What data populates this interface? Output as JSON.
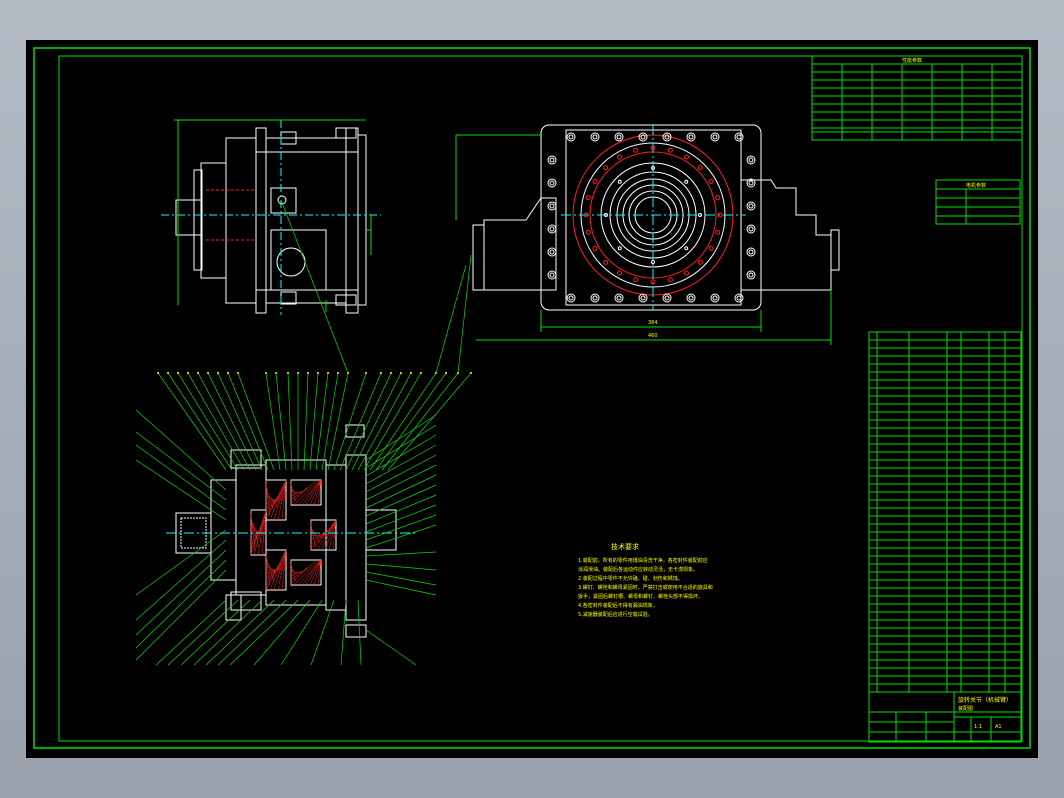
{
  "viewport": {
    "background": "#000000",
    "frame_color": "#00e000"
  },
  "colors": {
    "outline": "#ffffff",
    "hidden": "#ff2020",
    "leader": "#00e000",
    "dimension": "#00e000",
    "text": "#ffff00",
    "center": "#00ffff"
  },
  "tech_requirements": {
    "title": "技术要求",
    "lines": [
      "1.装配前，所有的零件用煤油清洗干净，各密封件装配前应",
      "涂润滑油。装配后各运动件应转动灵活，无卡滞现象。",
      "2.装配过程中零件不允许磕、碰、划伤和锈蚀。",
      "3.螺钉、螺栓和螺母紧固时，严禁打击或使用不合适的旋具和",
      "扳手，紧固后螺钉槽、螺母和螺钉、螺栓头部不得损坏。",
      "4.各密封件装配后不得有漏油现象。",
      "5.减速器装配后应进行空载试验。"
    ]
  },
  "title_block": {
    "title": "旋转关节（机械臂）",
    "subtitle": "装配图",
    "scale": "1:1",
    "sheet": "A1"
  },
  "specs_table": {
    "title": "性能参数"
  },
  "small_table": {
    "title": "电机参数"
  },
  "view_labels": {
    "dim_front": "384",
    "dim_total": "460"
  }
}
